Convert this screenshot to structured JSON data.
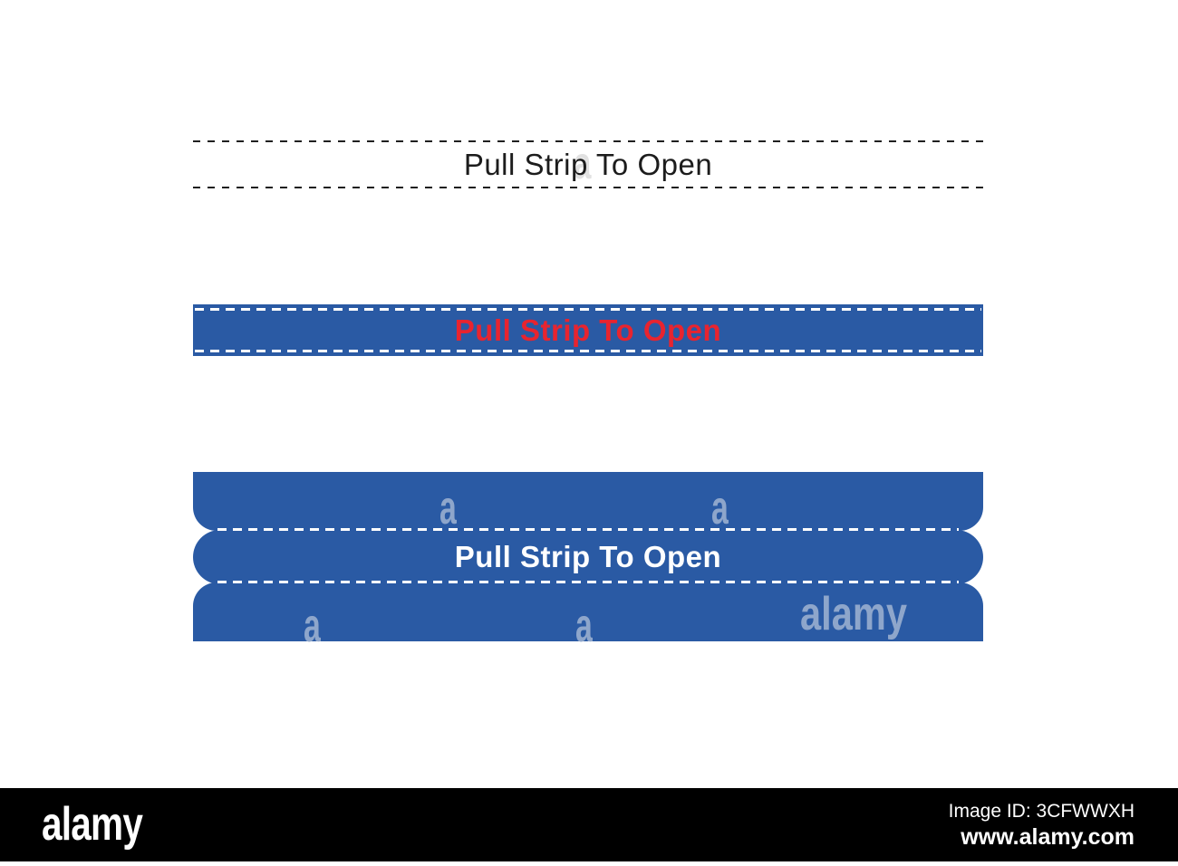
{
  "colors": {
    "blue": "#2a5aa4",
    "red": "#e8242f",
    "dash-dark": "#1f1f1f",
    "text-dark": "#1c1c1c",
    "white": "#ffffff",
    "watermark-blue": "#8ea6cb",
    "watermark-gray": "#c9c9c9",
    "footer-bg": "#000000",
    "footer-text": "#ffffff"
  },
  "strips": {
    "outline_strip": {
      "label": "Pull Strip To Open"
    },
    "flat_strip": {
      "label": "Pull Strip To Open"
    },
    "band_strip": {
      "label": "Pull Strip To Open"
    }
  },
  "watermarks": {
    "letter": "a",
    "brand": "alamy",
    "faint_letter": "a"
  },
  "footer": {
    "brand": "alamy",
    "image_id": "Image ID: 3CFWWXH",
    "website": "www.alamy.com"
  }
}
